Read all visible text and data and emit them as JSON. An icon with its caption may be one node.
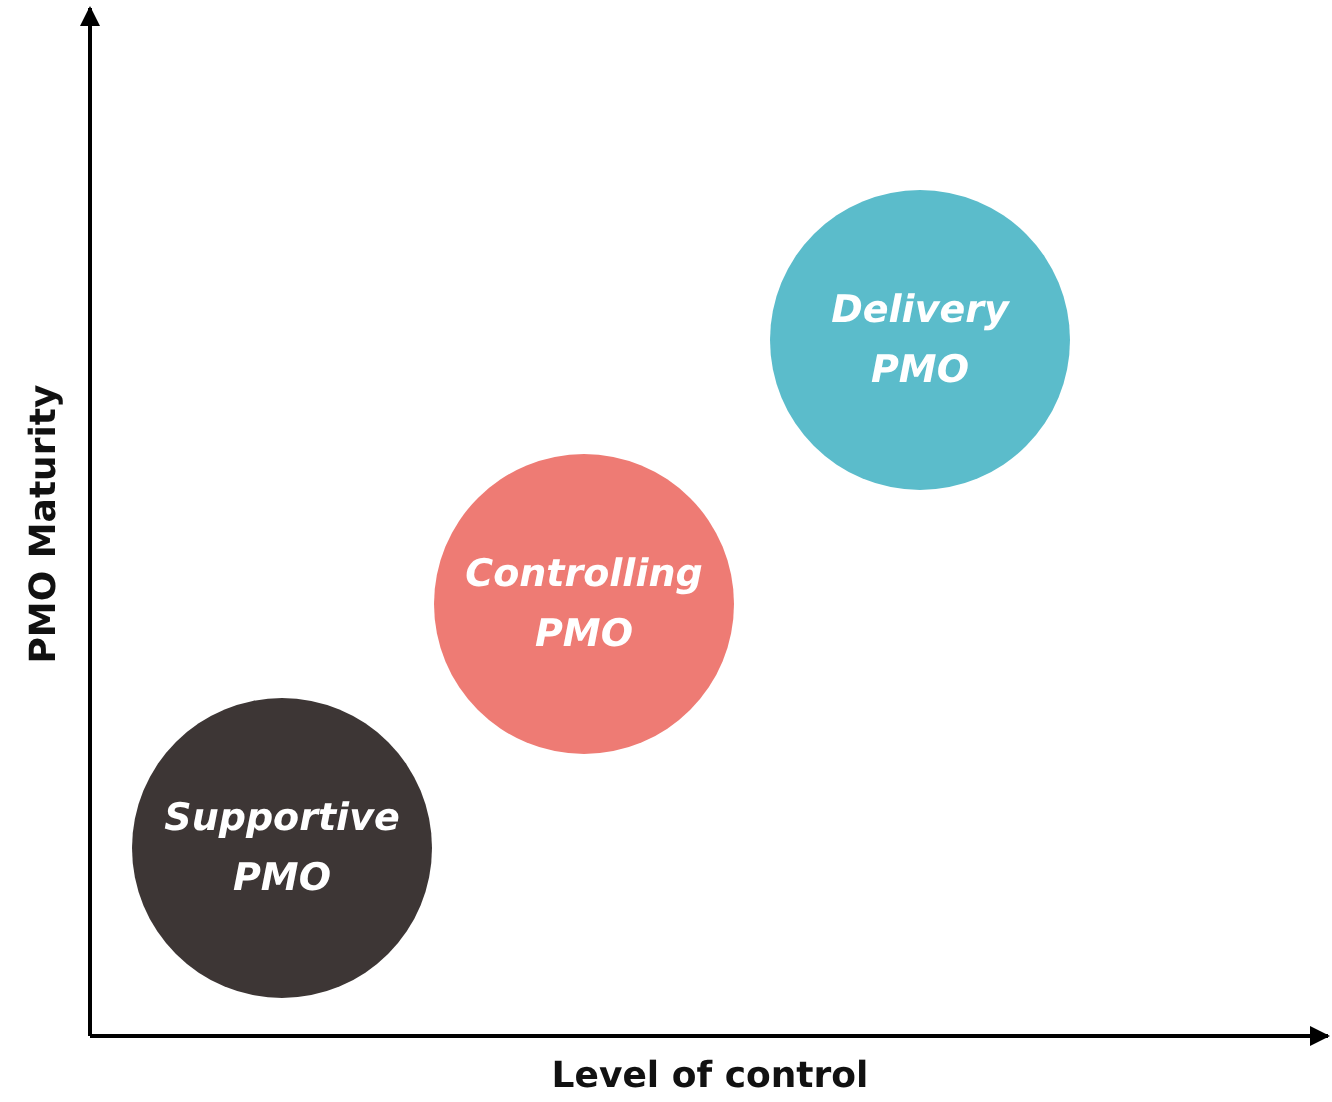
{
  "diagram": {
    "nodes": [
      {
        "text": [
          "Supportive PMO"
        ]
      },
      {
        "text": [
          "Controlling PMO"
        ]
      },
      {
        "text": [
          "Delivery PMO"
        ]
      }
    ],
    "labels": [
      "PMO Maturity",
      "Level of control"
    ]
  }
}
